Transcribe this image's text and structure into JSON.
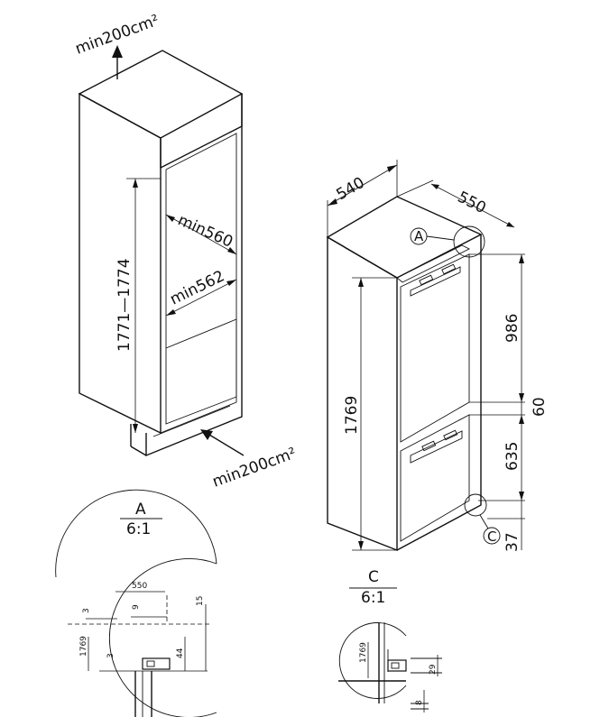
{
  "left_figure": {
    "vent_top": "min200cm²",
    "vent_bottom": "min200cm²",
    "inner_width_top": "min560",
    "inner_width_bottom": "min562",
    "niche_height": "1771—1774"
  },
  "right_figure": {
    "width": "540",
    "depth": "550",
    "height": "1769",
    "upper_door": "986",
    "gap": "60",
    "lower_door": "635",
    "bottom": "37",
    "callout_a": "A",
    "callout_c": "C"
  },
  "detail_a": {
    "title": "A",
    "scale": "6:1",
    "dim_550": "550",
    "dim_15": "15",
    "dim_9": "9",
    "dim_3a": "3",
    "dim_3b": "3",
    "dim_1769": "1769",
    "dim_44": "44"
  },
  "detail_c": {
    "title": "C",
    "scale": "6:1",
    "dim_1769": "1769",
    "dim_29": "29",
    "dim_8": "8"
  }
}
